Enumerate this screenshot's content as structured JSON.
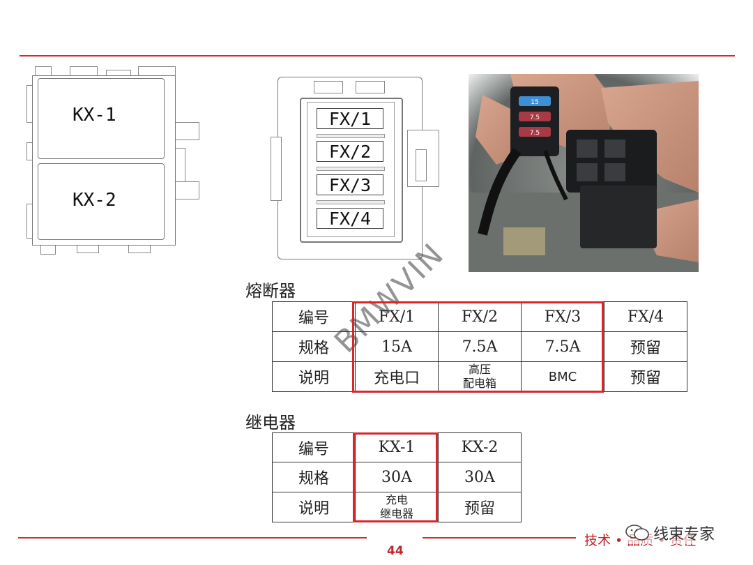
{
  "relay_diagram": {
    "top_label": "KX-1",
    "bottom_label": "KX-2"
  },
  "fuse_diagram": {
    "slots": [
      "FX/1",
      "FX/2",
      "FX/3",
      "FX/4"
    ]
  },
  "photo": {
    "fuse_labels": [
      "15",
      "7.5",
      "7.5"
    ]
  },
  "watermark": "BMWVIN",
  "fuse_section": {
    "title": "熔断器",
    "rows": [
      {
        "header": "编号",
        "cells": [
          "FX/1",
          "FX/2",
          "FX/3",
          "FX/4"
        ]
      },
      {
        "header": "规格",
        "cells": [
          "15A",
          "7.5A",
          "7.5A",
          "预留"
        ]
      },
      {
        "header": "说明",
        "cells": [
          "充电口",
          "高压\n配电箱",
          "BMC",
          "预留"
        ]
      }
    ]
  },
  "relay_section": {
    "title": "继电器",
    "rows": [
      {
        "header": "编号",
        "cells": [
          "KX-1",
          "KX-2"
        ]
      },
      {
        "header": "规格",
        "cells": [
          "30A",
          "30A"
        ]
      },
      {
        "header": "说明",
        "cells": [
          "充电\n继电器",
          "预留"
        ]
      }
    ]
  },
  "footer": {
    "slogan": "技术 • 品质 • 责任",
    "brand": "线束专家",
    "page": "44"
  },
  "colors": {
    "accent": "#d9262b"
  }
}
